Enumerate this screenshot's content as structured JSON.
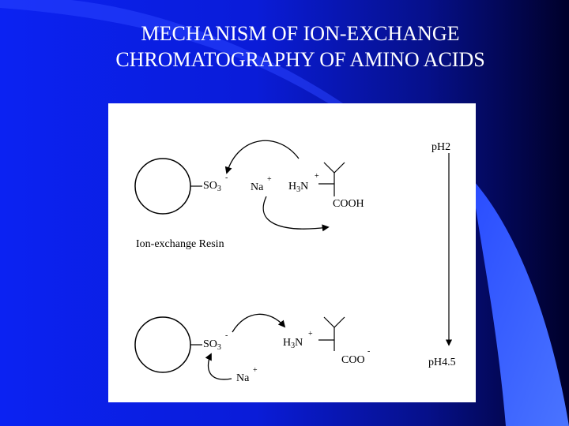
{
  "slide": {
    "title_line1": "MECHANISM OF ION-EXCHANGE",
    "title_line2": "CHROMATOGRAPHY OF AMINO ACIDS"
  },
  "colors": {
    "background_left": "#0a1ef0",
    "background_right": "#000033",
    "accent_shape": "#3b63ff",
    "title_text": "#ffffff",
    "panel": "#ffffff"
  },
  "diagram": {
    "top": {
      "group_so3": "SO",
      "so3_sub": "3",
      "so3_charge": "-",
      "sodium": "Na",
      "sodium_charge": "+",
      "amine_h": "H",
      "amine_sub": "3",
      "amine_n": "N",
      "amine_charge": "+",
      "acid": "COOH"
    },
    "resin_label": "Ion-exchange Resin",
    "bottom": {
      "group_so3": "SO",
      "so3_sub": "3",
      "so3_charge": "-",
      "amine_h": "H",
      "amine_sub": "3",
      "amine_n": "N",
      "amine_charge": "+",
      "carboxylate": "COO",
      "carboxylate_charge": "-",
      "sodium": "Na",
      "sodium_charge": "+"
    },
    "ph_start": "pH2",
    "ph_end": "pH4.5"
  }
}
